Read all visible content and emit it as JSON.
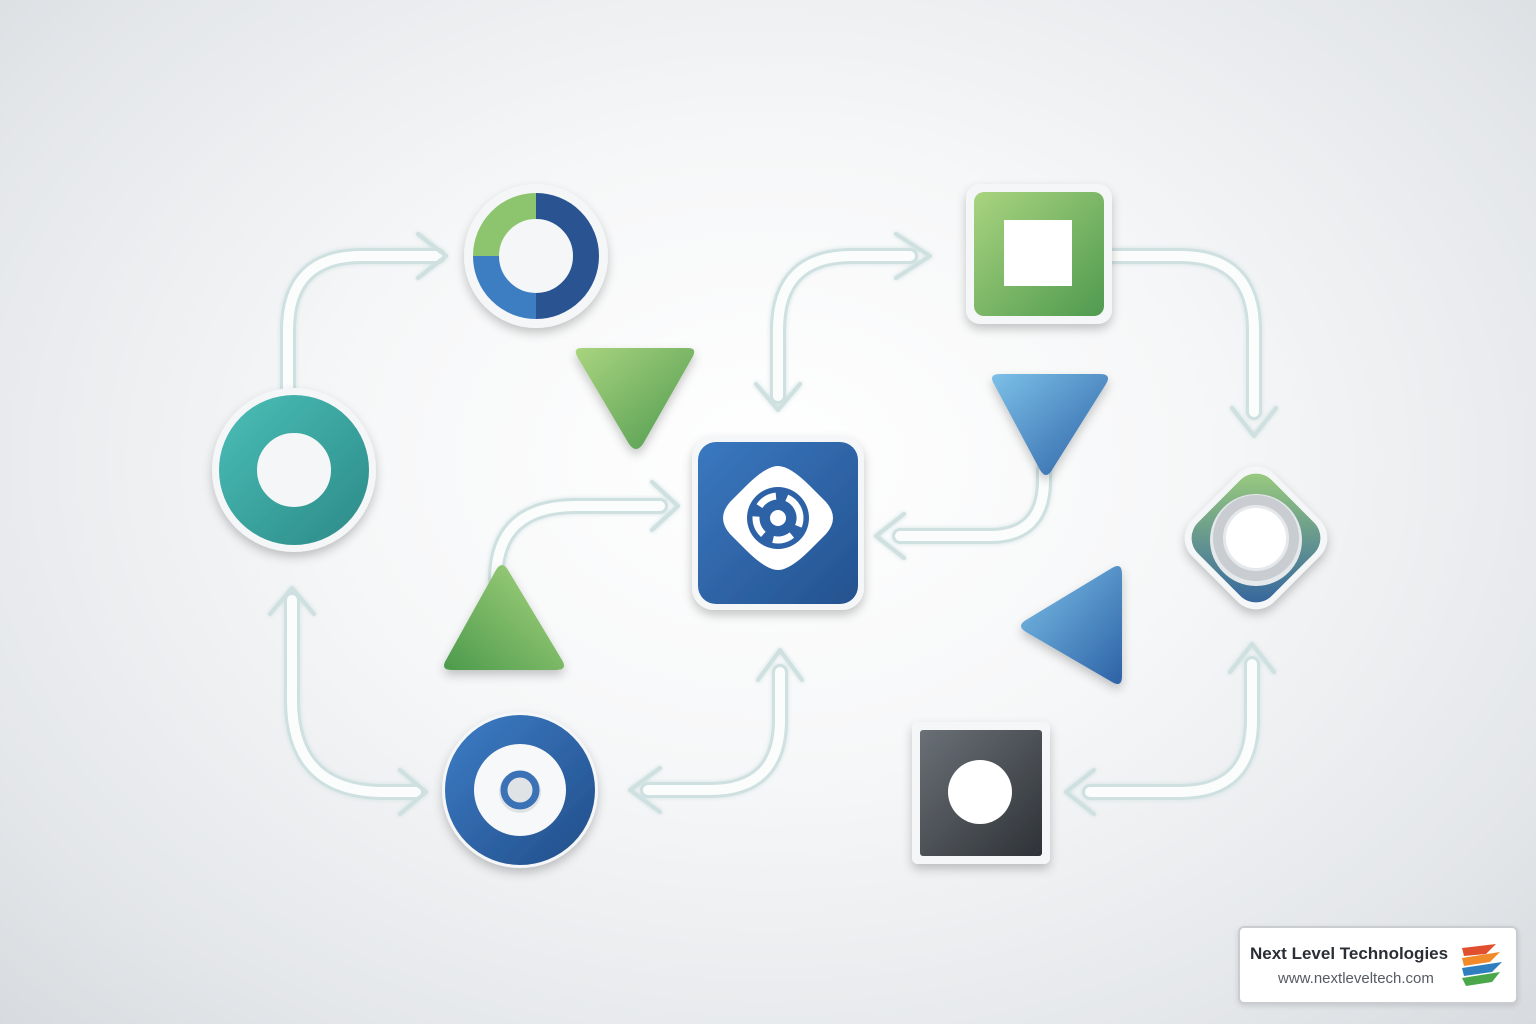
{
  "brand": {
    "name": "Next Level Technologies",
    "url": "www.nextleveltech.com"
  },
  "colors": {
    "teal": "#3aa6a2",
    "green": "#6fae5a",
    "light_green": "#a8d37f",
    "blue": "#2f64a8",
    "light_blue": "#6ab0df",
    "navy": "#26467e",
    "dark_gray": "#3b3f44",
    "connector": "#c9dcdc",
    "background": "#eef0f2"
  },
  "nodes": [
    {
      "name": "teal-ring-node",
      "shape": "ring"
    },
    {
      "name": "green-blue-donut-node",
      "shape": "segmented-ring"
    },
    {
      "name": "green-triangle-down-node",
      "shape": "triangle-down"
    },
    {
      "name": "green-triangle-up-node",
      "shape": "triangle-up"
    },
    {
      "name": "blue-target-ring-node",
      "shape": "target"
    },
    {
      "name": "central-hub-node",
      "shape": "rounded-square-with-gear"
    },
    {
      "name": "green-square-frame-node",
      "shape": "square-frame"
    },
    {
      "name": "blue-triangle-down-node",
      "shape": "triangle-down"
    },
    {
      "name": "green-blue-diamond-node",
      "shape": "diamond-with-ring"
    },
    {
      "name": "blue-triangle-left-node",
      "shape": "triangle-left"
    },
    {
      "name": "dark-square-dot-node",
      "shape": "square-with-dot"
    }
  ]
}
